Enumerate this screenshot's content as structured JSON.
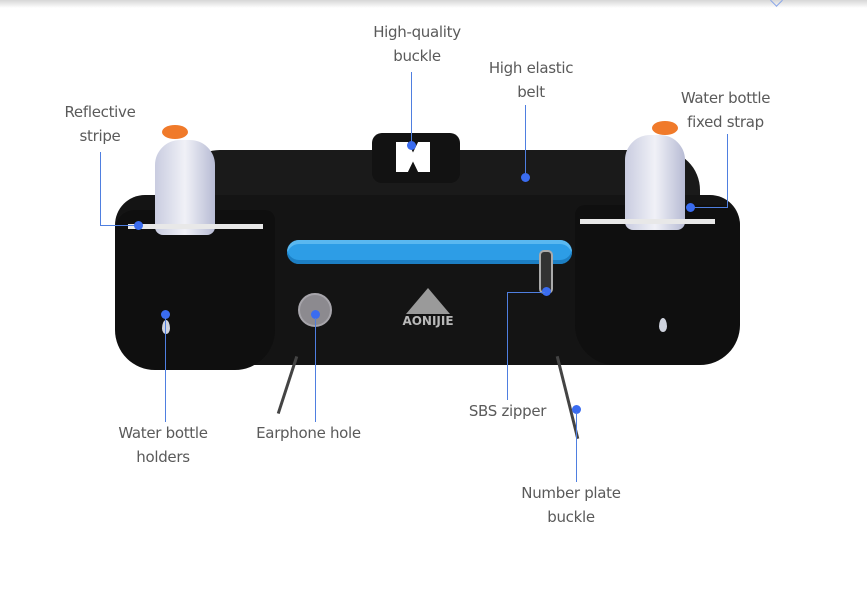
{
  "product": {
    "brand_logo_text": "AONIJIE",
    "accent_zipper_color": "#2d9de6",
    "callout_color": "#3a6cf0"
  },
  "callouts": [
    {
      "id": "high-quality-buckle",
      "line1": "High-quality",
      "line2": "buckle"
    },
    {
      "id": "high-elastic-belt",
      "line1": "High elastic",
      "line2": "belt"
    },
    {
      "id": "reflective-stripe",
      "line1": "Reflective",
      "line2": "stripe"
    },
    {
      "id": "water-bottle-fixed-strap",
      "line1": "Water bottle",
      "line2": "fixed strap"
    },
    {
      "id": "water-bottle-holders",
      "line1": "Water bottle",
      "line2": "holders"
    },
    {
      "id": "earphone-hole",
      "line1": "Earphone hole",
      "line2": ""
    },
    {
      "id": "sbs-zipper",
      "line1": "SBS zipper",
      "line2": ""
    },
    {
      "id": "number-plate-buckle",
      "line1": "Number plate",
      "line2": "buckle"
    }
  ]
}
